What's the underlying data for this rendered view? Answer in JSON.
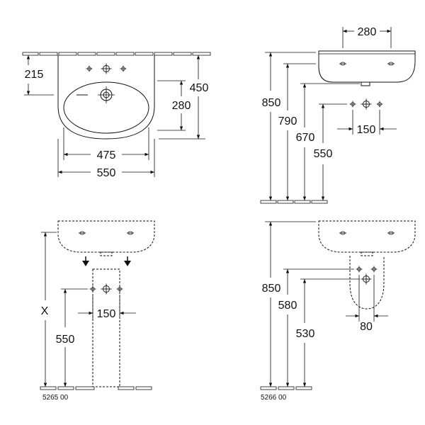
{
  "views": {
    "front": {
      "dim_215": "215",
      "dim_450": "450",
      "dim_280": "280",
      "dim_475": "475",
      "dim_550": "550"
    },
    "side": {
      "dim_280": "280",
      "dim_850": "850",
      "dim_790": "790",
      "dim_670": "670",
      "dim_550": "550",
      "dim_150": "150"
    },
    "pedestal": {
      "dim_x": "X",
      "dim_550": "550",
      "dim_150": "150",
      "code": "5265 00"
    },
    "semi_pedestal": {
      "dim_850": "850",
      "dim_580": "580",
      "dim_530": "530",
      "dim_80": "80",
      "code": "5266 00"
    }
  }
}
